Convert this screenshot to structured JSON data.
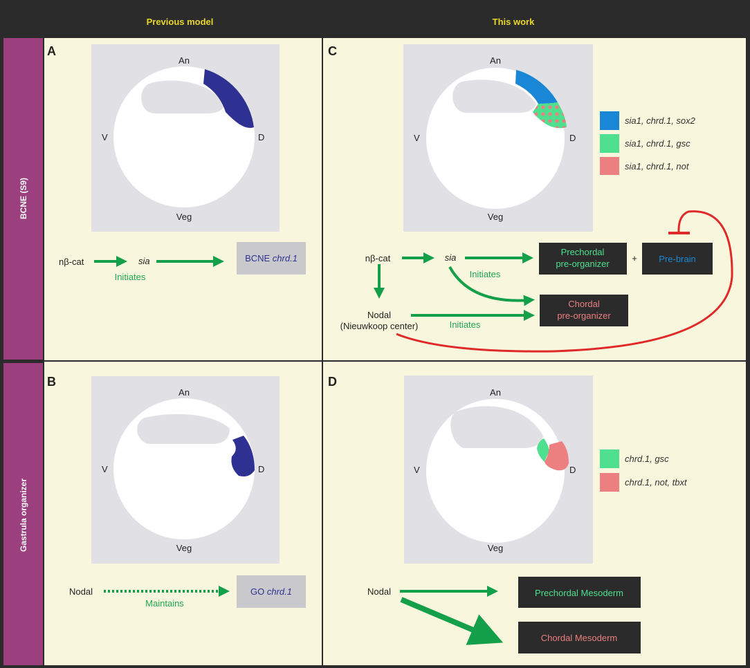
{
  "header": {
    "left": "Previous model",
    "right": "This work"
  },
  "rows": {
    "top": "BCNE (S9)",
    "bottom": "Gastrula organizer"
  },
  "axes": {
    "an": "An",
    "veg": "Veg",
    "v": "V",
    "d": "D"
  },
  "panels": {
    "A": {
      "letter": "A",
      "source": "nβ-cat",
      "mid": "sia",
      "edge_label": "Initiates",
      "target_prefix": "BCNE ",
      "target_gene": "chrd.1"
    },
    "B": {
      "letter": "B",
      "source": "Nodal",
      "edge_label": "Maintains",
      "target_prefix": "GO ",
      "target_gene": "chrd.1"
    },
    "C": {
      "letter": "C",
      "legend": [
        "sia1, chrd.1, sox2",
        "sia1, chrd.1, gsc",
        "sia1, chrd.1, not"
      ],
      "source": "nβ-cat",
      "mid": "sia",
      "nodal": "Nodal",
      "nodal_sub": "(Nieuwkoop center)",
      "initiates1": "Initiates",
      "initiates2": "Initiates",
      "prechordal_1": "Prechordal",
      "prechordal_2": "pre-organizer",
      "plus": "+",
      "prebrain": "Pre-brain",
      "chordal_1": "Chordal",
      "chordal_2": "pre-organizer"
    },
    "D": {
      "letter": "D",
      "legend": [
        "chrd.1, gsc",
        "chrd.1, not, tbxt"
      ],
      "source": "Nodal",
      "prechordal": "Prechordal Mesoderm",
      "chordal": "Chordal Mesoderm"
    }
  },
  "colors": {
    "bcne": "#2e3192",
    "blue": "#1a87d6",
    "green": "#4ee08f",
    "pink": "#ec7f80",
    "arrow": "#14a04a",
    "inhibit": "#e02a2a",
    "cream": "#f8f6dc",
    "purple": "#9b3f7f"
  }
}
